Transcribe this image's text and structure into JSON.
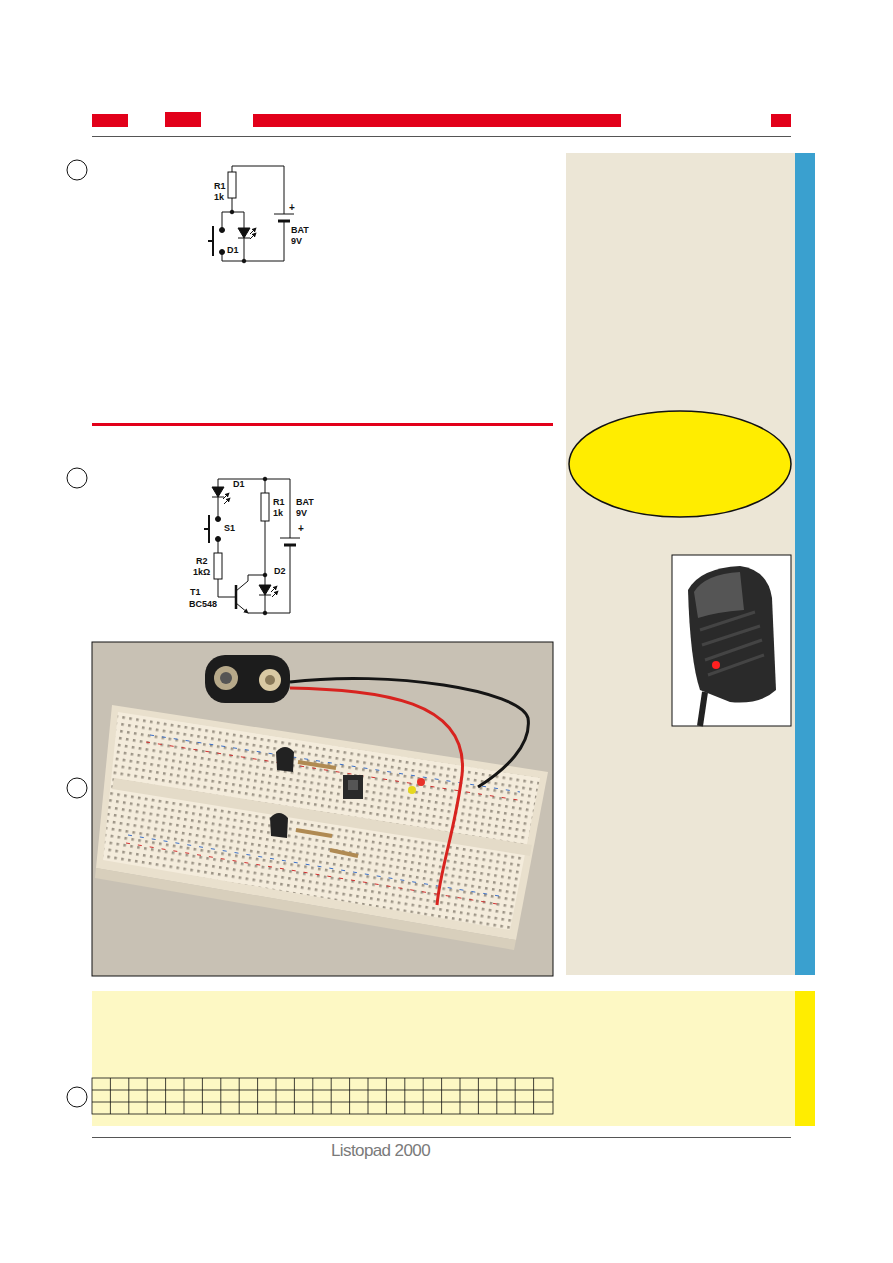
{
  "diagram": {
    "labels": [
      "R1",
      "1k",
      "+",
      "BAT",
      "9V",
      "D1",
      "D1",
      "S1",
      "R2",
      "1kΩ",
      "T1",
      "BC548",
      "R1",
      "1k",
      "+",
      "BAT",
      "9V",
      "D2",
      "Listopad 2000"
    ]
  }
}
